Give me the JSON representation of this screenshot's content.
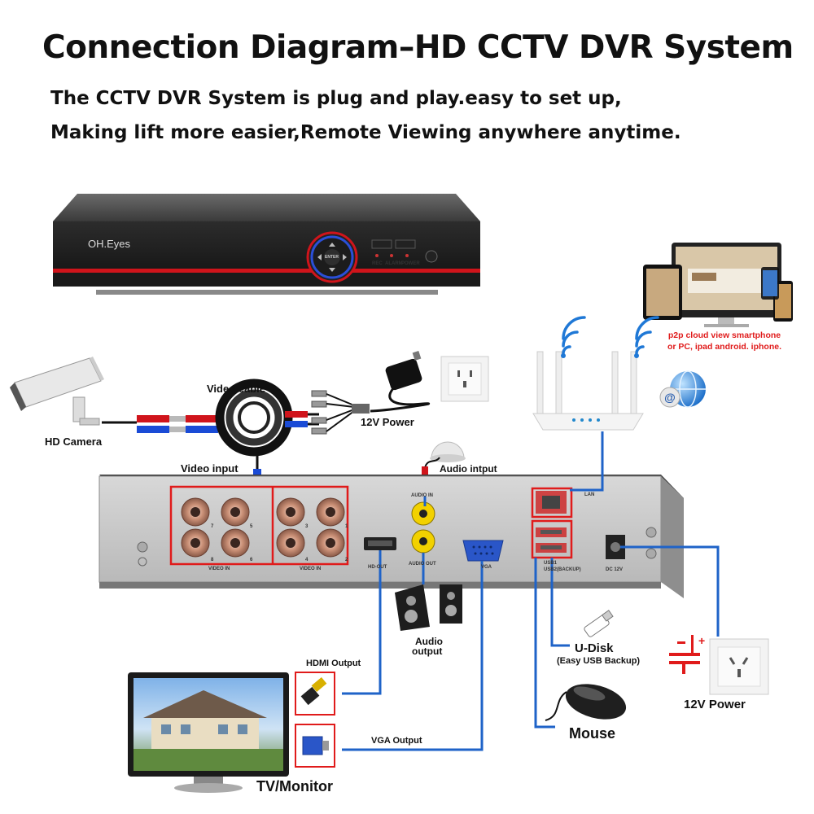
{
  "header": {
    "title": "Connection Diagram–HD CCTV DVR System",
    "subtitle_line1": "The CCTV DVR System is plug and play.easy to set up,",
    "subtitle_line2": "Making lift more easier,Remote Viewing anywhere anytime."
  },
  "dvr_front": {
    "brand": "OH.Eyes",
    "enter_label": "ENTER",
    "indicators": [
      "REC",
      "ALARM",
      "POWER"
    ]
  },
  "rear_panel": {
    "port_labels": [
      "VIDEO IN",
      "VIDEO IN",
      "HD-OUT",
      "AUDIO IN",
      "AUDIO OUT",
      "VGA",
      "LAN",
      "USB1",
      "USB2(BACKUP)",
      "DC 12V"
    ],
    "channel_numbers": [
      "7",
      "5",
      "3",
      "1",
      "8",
      "6",
      "4",
      "2"
    ]
  },
  "labels": {
    "hd_camera": "HD Camera",
    "video_cable": "Video cable",
    "power_12v_top": "12V Power",
    "video_input": "Video input",
    "audio_input": "Audio intput",
    "audio_output_1": "Audio",
    "audio_output_2": "output",
    "hdmi_output": "HDMI Output",
    "vga_output": "VGA Output",
    "tv_monitor": "TV/Monitor",
    "udisk": "U-Disk",
    "udisk_note": "(Easy USB Backup)",
    "mouse": "Mouse",
    "power_12v_right": "12V Power",
    "p2p_line1": "p2p cloud view smartphone",
    "p2p_line2": "or PC, ipad android. iphone."
  },
  "colors": {
    "link_blue": "#1f63c8",
    "highlight_red": "#e01b1b",
    "dvr_red": "#d0141b",
    "panel_dark": "#2a2a2a"
  },
  "icons": [
    "security-camera-icon",
    "coax-cable-icon",
    "power-adapter-icon",
    "wall-socket-icon",
    "router-icon",
    "wifi-icon",
    "devices-icon",
    "internet-globe-icon",
    "microphone-icon",
    "speakers-icon",
    "hdmi-plug-icon",
    "vga-plug-icon",
    "monitor-icon",
    "usb-stick-icon",
    "mouse-icon",
    "plus-minus-icon"
  ]
}
